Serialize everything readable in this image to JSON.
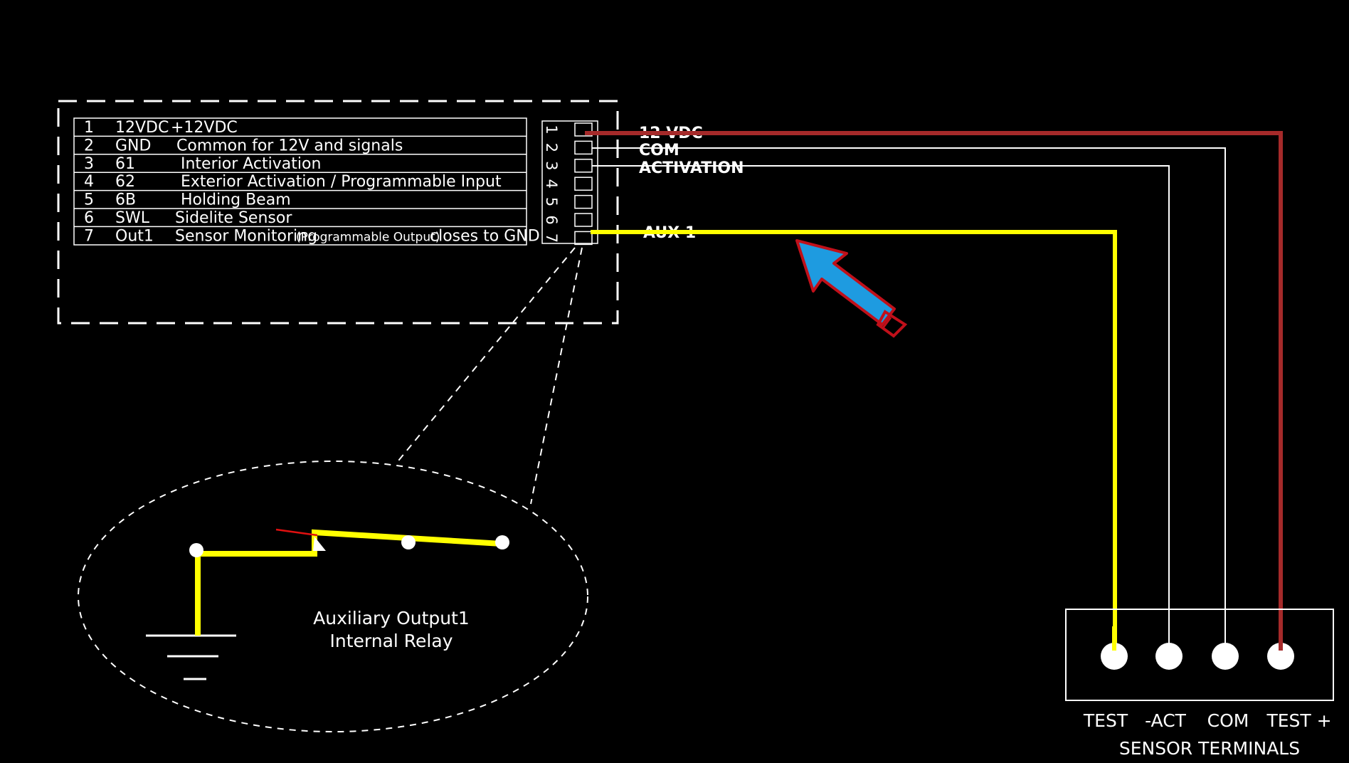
{
  "pin_table": [
    {
      "pin": "1",
      "name": "12VDC",
      "desc": "+12VDC",
      "note": ""
    },
    {
      "pin": "2",
      "name": "GND",
      "desc": "Common for 12V and signals",
      "note": ""
    },
    {
      "pin": "3",
      "name": "61",
      "desc": "Interior Activation",
      "note": ""
    },
    {
      "pin": "4",
      "name": "62",
      "desc": "Exterior Activation / Programmable Input",
      "note": ""
    },
    {
      "pin": "5",
      "name": "6B",
      "desc": "Holding Beam",
      "note": ""
    },
    {
      "pin": "6",
      "name": "SWL",
      "desc": "Sidelite Sensor",
      "note": ""
    },
    {
      "pin": "7",
      "name": "Out1",
      "desc": "Sensor Monitoring",
      "note": "(Programmable Output)",
      "desc_end": "closes to GND"
    }
  ],
  "connector": {
    "pin_numbers": [
      "1",
      "2",
      "3",
      "4",
      "5",
      "6",
      "7"
    ],
    "wire_labels": {
      "pin1": "12 VDC",
      "pin2": "COM",
      "pin3": "ACTIVATION",
      "pin7": "AUX 1"
    }
  },
  "relay_detail": {
    "label_line1": "Auxiliary Output1",
    "label_line2": "Internal Relay"
  },
  "sensor_terminals": {
    "title": "SENSOR TERMINALS",
    "terminals": [
      "TEST",
      "-ACT",
      "COM",
      "TEST +"
    ]
  },
  "colors": {
    "background": "#000000",
    "power_wire": "#a52a2a",
    "aux_wire": "#ffff00",
    "signal_wire": "#ffffff",
    "arrow_fill": "#1e9be0",
    "arrow_outline": "#c0101a"
  }
}
